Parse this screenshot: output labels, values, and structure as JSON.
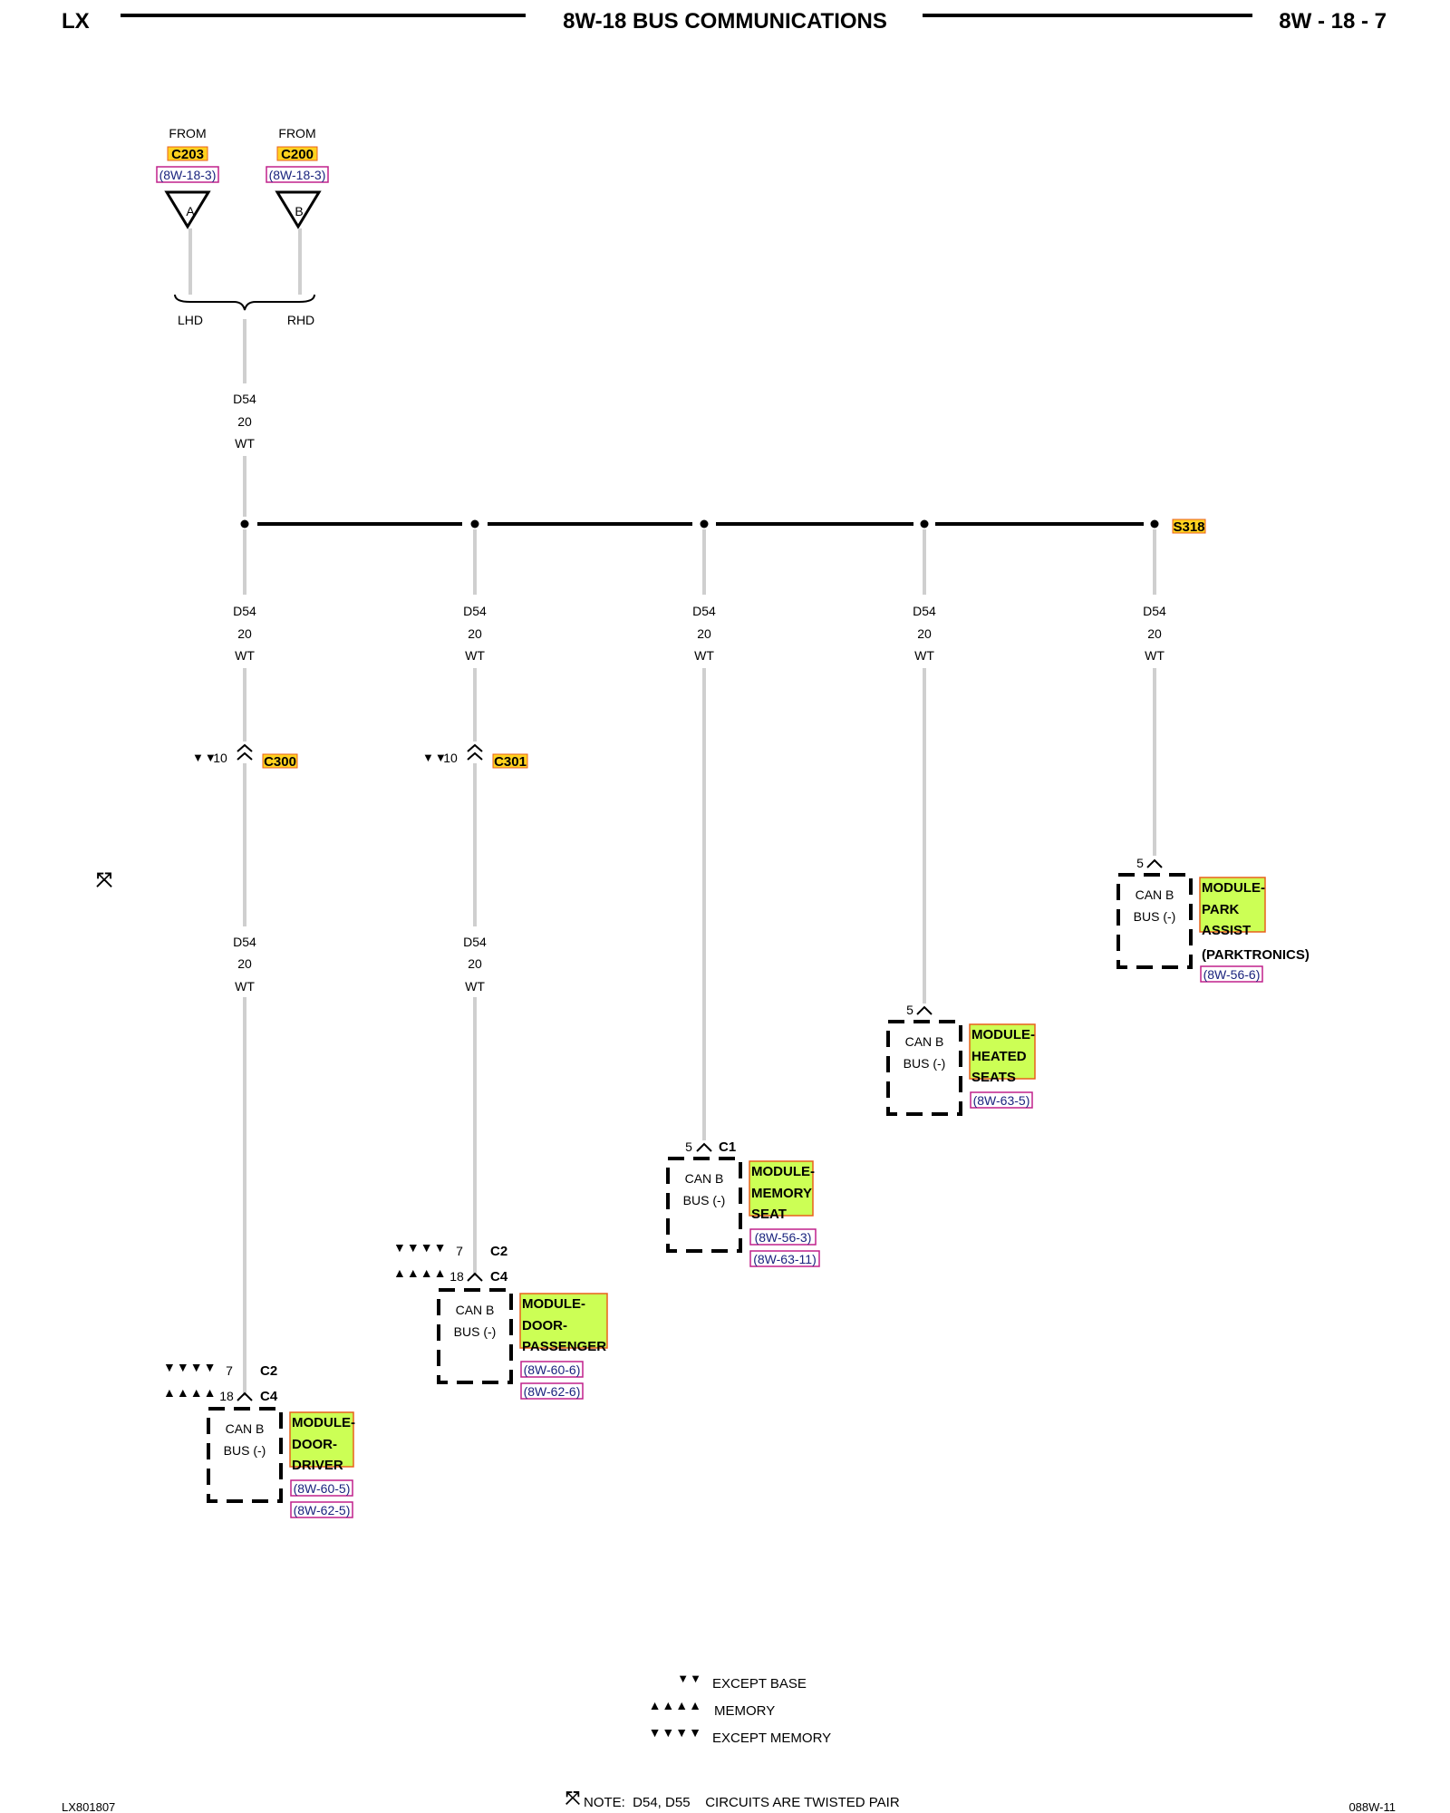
{
  "header": {
    "left": "LX",
    "title": "8W-18 BUS COMMUNICATIONS",
    "page": "8W - 18 - 7"
  },
  "sources": [
    {
      "from": "FROM",
      "connector": "C203",
      "ref": "(8W-18-3)",
      "cavity": "A",
      "drive": "LHD"
    },
    {
      "from": "FROM",
      "connector": "C200",
      "ref": "(8W-18-3)",
      "cavity": "B",
      "drive": "RHD"
    }
  ],
  "trunk_wire": {
    "circuit": "D54",
    "gauge": "20",
    "color": "WT"
  },
  "splice": "S318",
  "branches": [
    {
      "upper": {
        "circuit": "D54",
        "gauge": "20",
        "color": "WT"
      },
      "inline": {
        "marker": "▼▼",
        "pin": "10",
        "connector": "C300"
      },
      "lower": {
        "circuit": "D54",
        "gauge": "20",
        "color": "WT"
      },
      "pins": [
        {
          "marker": "▼▼▼▼",
          "pin": "7",
          "connector": "C2"
        },
        {
          "marker": "▲▲▲▲",
          "pin": "18",
          "connector": "C4"
        }
      ],
      "box": [
        "CAN B",
        "BUS (-)"
      ],
      "module": [
        "MODULE-",
        "DOOR-",
        "DRIVER"
      ],
      "refs": [
        "(8W-60-5)",
        "(8W-62-5)"
      ]
    },
    {
      "upper": {
        "circuit": "D54",
        "gauge": "20",
        "color": "WT"
      },
      "inline": {
        "marker": "▼▼",
        "pin": "10",
        "connector": "C301"
      },
      "lower": {
        "circuit": "D54",
        "gauge": "20",
        "color": "WT"
      },
      "pins": [
        {
          "marker": "▼▼▼▼",
          "pin": "7",
          "connector": "C2"
        },
        {
          "marker": "▲▲▲▲",
          "pin": "18",
          "connector": "C4"
        }
      ],
      "box": [
        "CAN B",
        "BUS (-)"
      ],
      "module": [
        "MODULE-",
        "DOOR-",
        "PASSENGER"
      ],
      "refs": [
        "(8W-60-6)",
        "(8W-62-6)"
      ]
    },
    {
      "upper": {
        "circuit": "D54",
        "gauge": "20",
        "color": "WT"
      },
      "pins": [
        {
          "pin": "5",
          "connector": "C1"
        }
      ],
      "box": [
        "CAN B",
        "BUS (-)"
      ],
      "module": [
        "MODULE-",
        "MEMORY",
        "SEAT"
      ],
      "refs": [
        "(8W-56-3)",
        "(8W-63-11)"
      ]
    },
    {
      "upper": {
        "circuit": "D54",
        "gauge": "20",
        "color": "WT"
      },
      "pins": [
        {
          "pin": "5"
        }
      ],
      "box": [
        "CAN B",
        "BUS (-)"
      ],
      "module": [
        "MODULE-",
        "HEATED",
        "SEATS"
      ],
      "refs": [
        "(8W-63-5)"
      ]
    },
    {
      "upper": {
        "circuit": "D54",
        "gauge": "20",
        "color": "WT"
      },
      "pins": [
        {
          "pin": "5"
        }
      ],
      "box": [
        "CAN B",
        "BUS (-)"
      ],
      "module": [
        "MODULE-",
        "PARK",
        "ASSIST"
      ],
      "module_note": "(PARKTRONICS)",
      "refs": [
        "(8W-56-6)"
      ]
    }
  ],
  "twist_symbol": "⤧",
  "legend": [
    {
      "marker": "▼▼",
      "text": "EXCEPT BASE"
    },
    {
      "marker": "▲▲▲▲",
      "text": "MEMORY"
    },
    {
      "marker": "▼▼▼▼",
      "text": "EXCEPT MEMORY"
    }
  ],
  "note": {
    "symbol": "⤧",
    "text": "NOTE:  D54, D55    CIRCUITS ARE TWISTED PAIR"
  },
  "footer": {
    "left": "LX801807",
    "right": "088W-11"
  },
  "colors": {
    "highlight": "#ccff55",
    "connector_highlight": "#ffd21f",
    "outline": "#e8601c",
    "xref_box": "#c0208c",
    "xref_text": "#1a237e",
    "wire": "#cfcfcf"
  }
}
